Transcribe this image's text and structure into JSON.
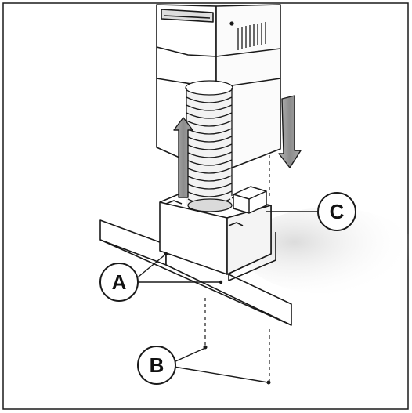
{
  "figure": {
    "callouts": {
      "a": {
        "letter": "A"
      },
      "b": {
        "letter": "B"
      },
      "c": {
        "letter": "C"
      }
    },
    "colors": {
      "line": "#1a1a1a",
      "arrow_fill": "#9a9a9a",
      "shadow": "#e6e6e6",
      "paper": "#ffffff"
    },
    "icons": [
      "up-arrow-icon",
      "down-arrow-icon",
      "vent-grille-icon"
    ]
  }
}
